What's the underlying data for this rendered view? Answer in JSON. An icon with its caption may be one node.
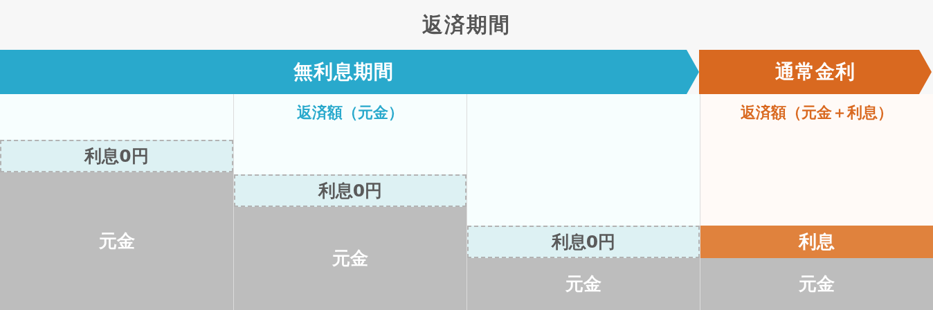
{
  "diagram": {
    "nodes": [
      {
        "text": [
          "返済期間"
        ]
      },
      {
        "text": [
          "無利息期間"
        ]
      },
      {
        "text": [
          "通常金利"
        ]
      },
      {
        "text": [],
        "shape": "box"
      },
      {
        "text": [
          "利息0円"
        ],
        "in": 3
      },
      {
        "text": [
          "元金"
        ],
        "in": 3
      },
      {
        "text": [
          "返済額（元金）"
        ]
      },
      {
        "text": [
          "利息0円"
        ],
        "in": 6
      },
      {
        "text": [
          "元金"
        ],
        "in": 6
      },
      {
        "text": [],
        "shape": "box"
      },
      {
        "text": [
          "利息0円"
        ],
        "in": 9
      },
      {
        "text": [
          "元金"
        ],
        "in": 9
      },
      {
        "text": [
          "返済額（元金＋利息）"
        ]
      },
      {
        "text": [
          "利息"
        ],
        "in": 12
      },
      {
        "text": [
          "元金"
        ],
        "in": 12
      }
    ]
  }
}
